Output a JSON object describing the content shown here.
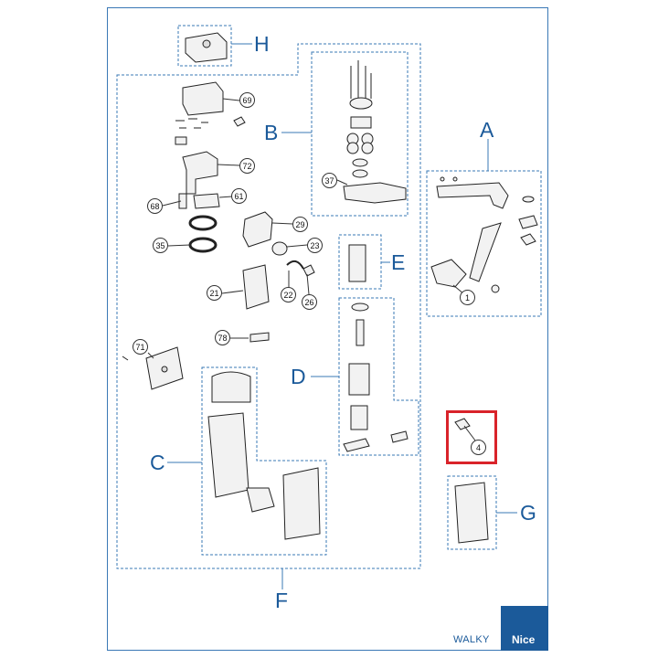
{
  "diagram": {
    "groups": [
      {
        "id": "A",
        "label": "A"
      },
      {
        "id": "B",
        "label": "B"
      },
      {
        "id": "C",
        "label": "C"
      },
      {
        "id": "D",
        "label": "D"
      },
      {
        "id": "E",
        "label": "E"
      },
      {
        "id": "F",
        "label": "F"
      },
      {
        "id": "G",
        "label": "G"
      },
      {
        "id": "H",
        "label": "H"
      }
    ],
    "callouts": [
      "69",
      "72",
      "61",
      "68",
      "35",
      "29",
      "23",
      "22",
      "26",
      "21",
      "78",
      "71",
      "37",
      "1",
      "4"
    ],
    "highlighted_part": "4",
    "highlight_color": "#d9232a",
    "accent_color": "#1b5a9a"
  },
  "footer": {
    "model": "WALKY",
    "brand": "Nice"
  }
}
